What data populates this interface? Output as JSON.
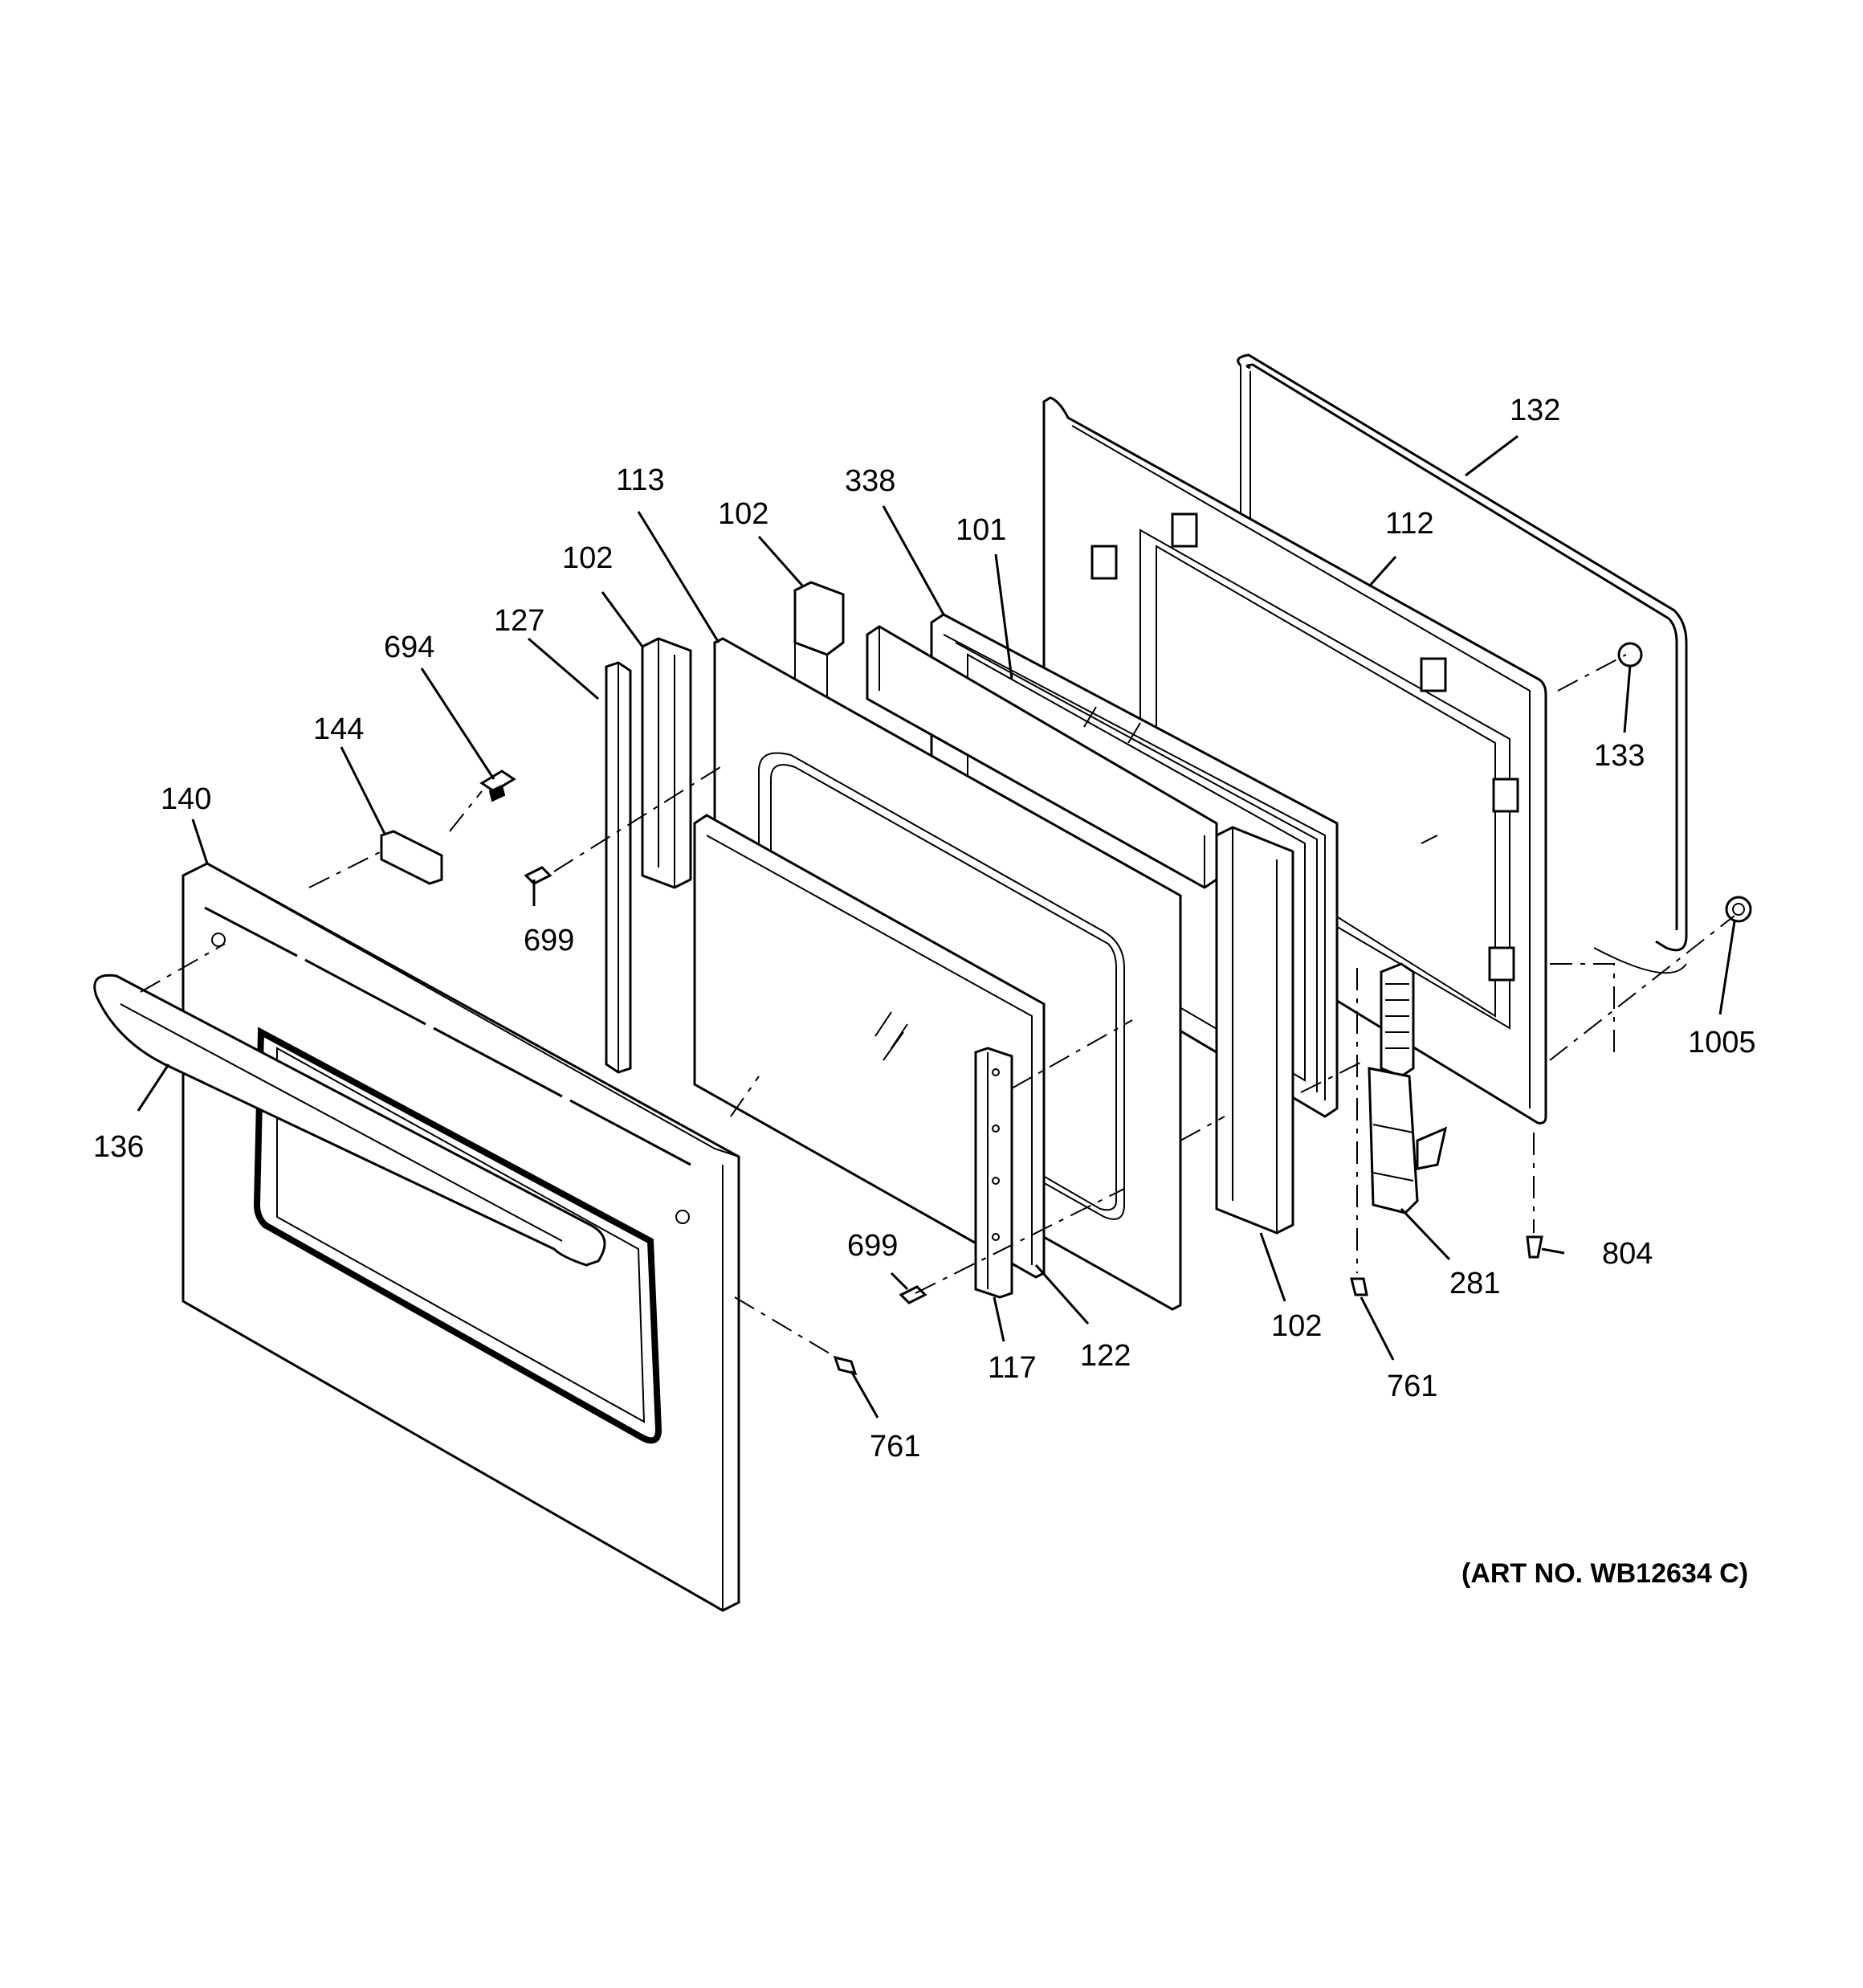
{
  "diagram": {
    "art_number": "(ART NO. WB12634 C)",
    "part_labels": [
      {
        "id": "132",
        "text": "132"
      },
      {
        "id": "113",
        "text": "113"
      },
      {
        "id": "338",
        "text": "338"
      },
      {
        "id": "102-center",
        "text": "102"
      },
      {
        "id": "101",
        "text": "101"
      },
      {
        "id": "112",
        "text": "112"
      },
      {
        "id": "102-left",
        "text": "102"
      },
      {
        "id": "127",
        "text": "127"
      },
      {
        "id": "694",
        "text": "694"
      },
      {
        "id": "144",
        "text": "144"
      },
      {
        "id": "140",
        "text": "140"
      },
      {
        "id": "133",
        "text": "133"
      },
      {
        "id": "699-upper",
        "text": "699"
      },
      {
        "id": "1005",
        "text": "1005"
      },
      {
        "id": "136",
        "text": "136"
      },
      {
        "id": "699-lower",
        "text": "699"
      },
      {
        "id": "804",
        "text": "804"
      },
      {
        "id": "281",
        "text": "281"
      },
      {
        "id": "102-right",
        "text": "102"
      },
      {
        "id": "117",
        "text": "117"
      },
      {
        "id": "122",
        "text": "122"
      },
      {
        "id": "761-right",
        "text": "761"
      },
      {
        "id": "761-left",
        "text": "761"
      }
    ]
  }
}
